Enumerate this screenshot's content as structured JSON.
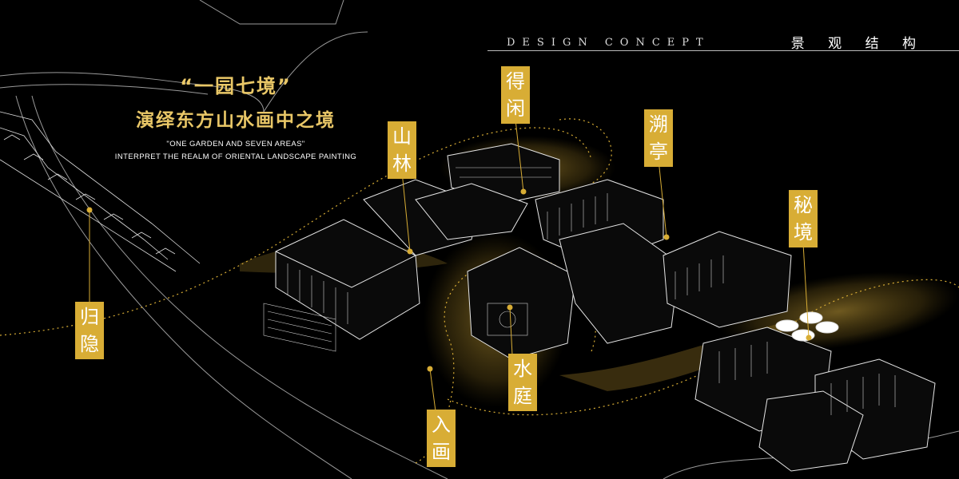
{
  "header": {
    "design_concept": "DESIGN CONCEPT",
    "title": "景 观 结 构"
  },
  "headline": {
    "quote": "“一园七境”",
    "subtitle": "演绎东方山水画中之境",
    "english_line1": "\"ONE GARDEN AND SEVEN AREAS\"",
    "english_line2": "INTERPRET THE REALM OF ORIENTAL LANDSCAPE PAINTING"
  },
  "zones": [
    {
      "id": "dexian",
      "label": "得闲"
    },
    {
      "id": "shanlin",
      "label": "山林"
    },
    {
      "id": "suting",
      "label": "溯亭"
    },
    {
      "id": "mijing",
      "label": "秘境"
    },
    {
      "id": "guiyin",
      "label": "归隐"
    },
    {
      "id": "shuiting",
      "label": "水庭"
    },
    {
      "id": "ruhua",
      "label": "入画"
    }
  ],
  "colors": {
    "background": "#000000",
    "accent_gold": "#d8ad35",
    "headline_gold": "#e9c767",
    "line_white": "#ffffff"
  }
}
